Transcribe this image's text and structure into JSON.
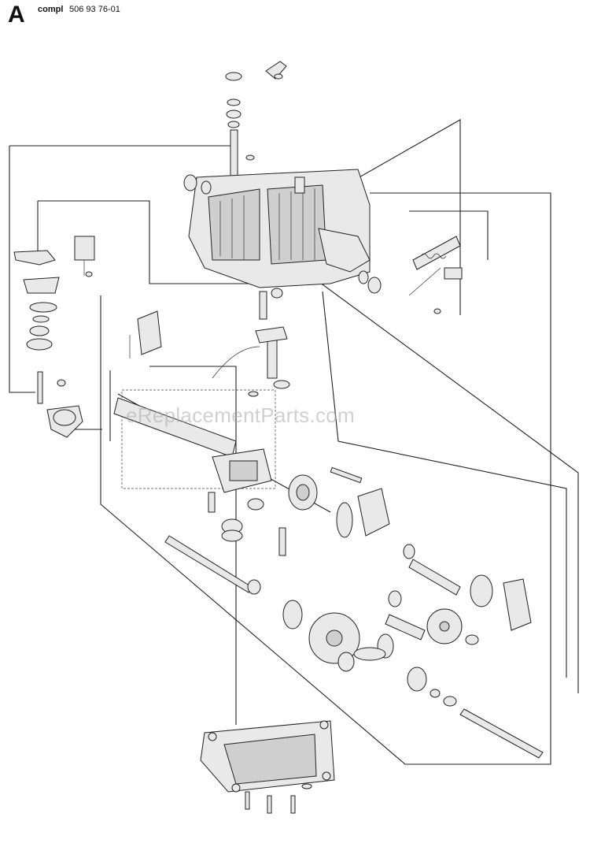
{
  "header": {
    "section_letter": "A",
    "compl_label": "compl",
    "part_number": "506 93 76-01"
  },
  "watermark": "eReplacementParts.com",
  "colors": {
    "line": "#222222",
    "watermark": "#aaaaaa",
    "background": "#ffffff"
  }
}
